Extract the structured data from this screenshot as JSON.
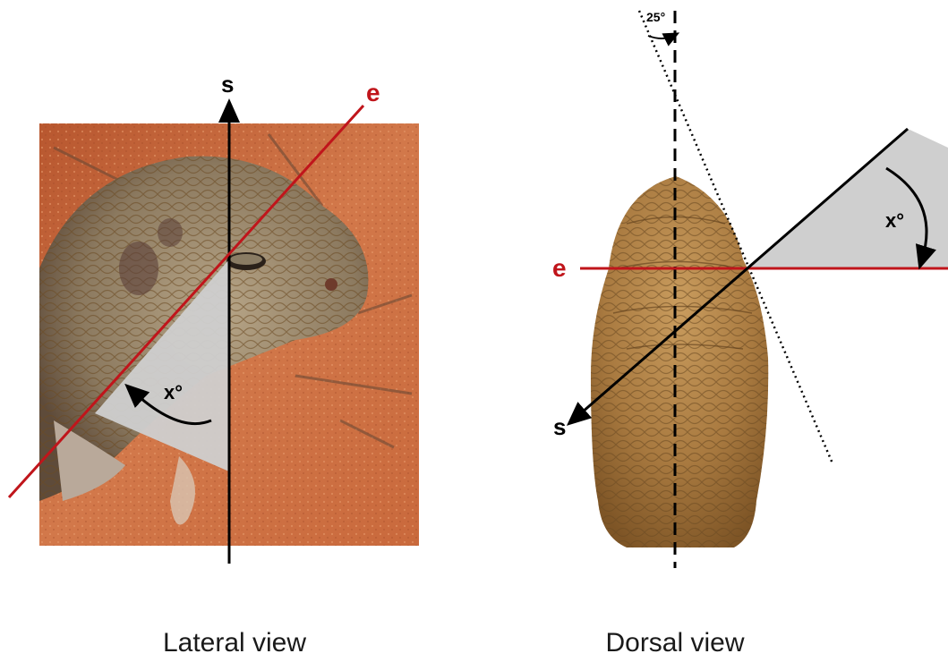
{
  "lateral": {
    "caption": "Lateral view",
    "label_s": "s",
    "label_e": "e",
    "label_angle": "x°"
  },
  "dorsal": {
    "caption": "Dorsal view",
    "label_s": "s",
    "label_e": "e",
    "label_angle": "x°",
    "label_tilt": "25°"
  },
  "colors": {
    "eye_line": "#c0151b",
    "axis": "#000000",
    "wedge": "#c8c8c8",
    "sand": "#c96a3e",
    "lizard_scale": "#a88e6c",
    "head_dorsal": "#b5894f"
  }
}
